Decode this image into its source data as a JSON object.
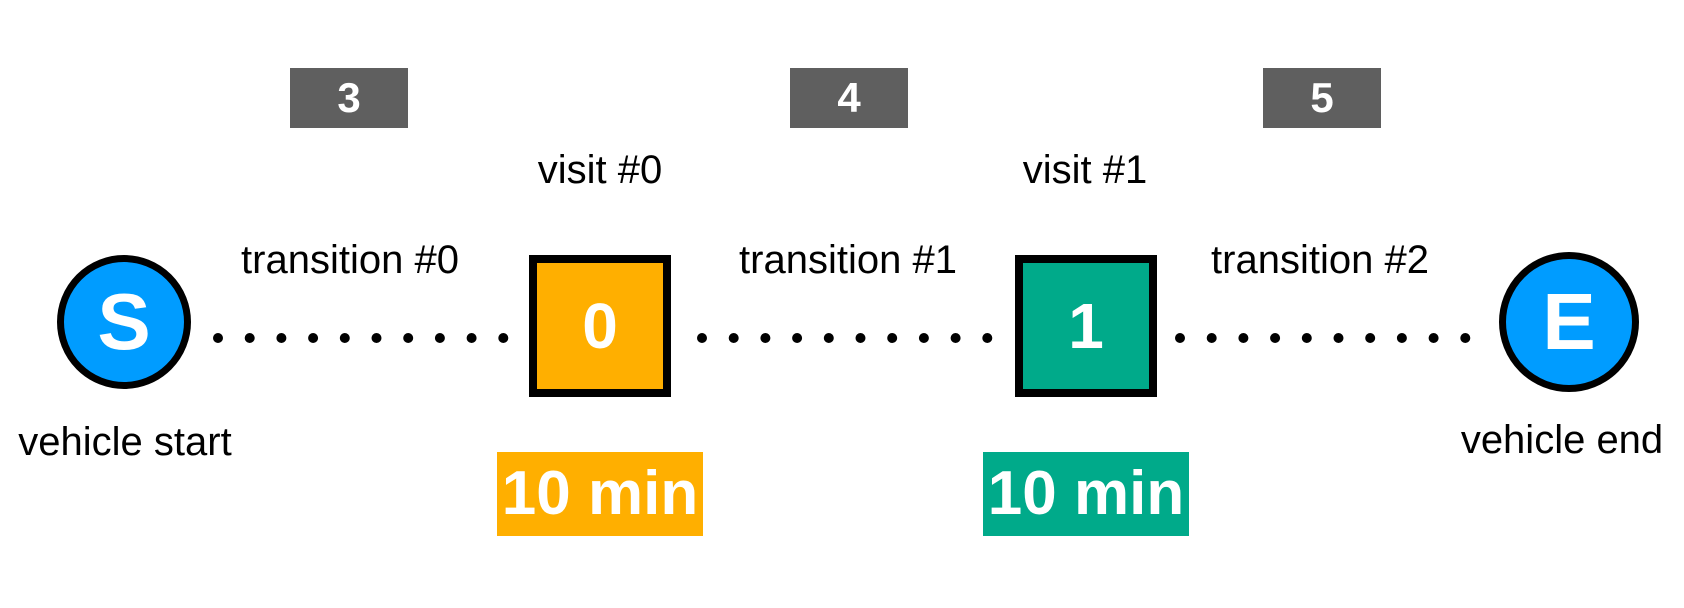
{
  "colors": {
    "vehicle": "#009cff",
    "visit0": "#ffaf00",
    "visit1": "#00aa8a",
    "transition_badge": "#5f5f5f"
  },
  "vehicle_start": {
    "symbol": "S",
    "label": "vehicle start"
  },
  "vehicle_end": {
    "symbol": "E",
    "label": "vehicle end"
  },
  "visits": [
    {
      "label": "visit #0",
      "symbol": "0",
      "duration": "10 min"
    },
    {
      "label": "visit #1",
      "symbol": "1",
      "duration": "10 min"
    }
  ],
  "transitions": [
    {
      "label": "transition #0",
      "duration": "3 min"
    },
    {
      "label": "transition #1",
      "duration": "4 min"
    },
    {
      "label": "transition #2",
      "duration": "5 min"
    }
  ]
}
